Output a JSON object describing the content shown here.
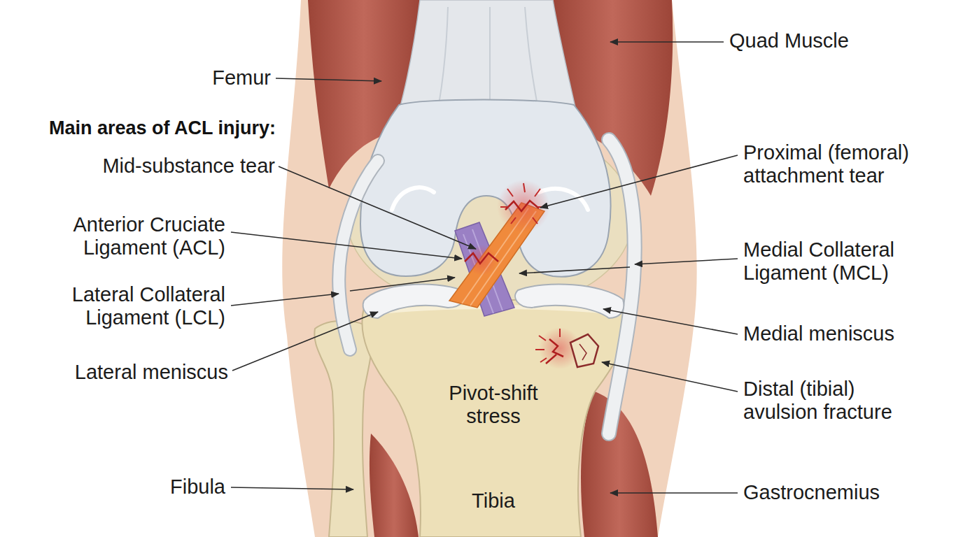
{
  "diagram": {
    "title": "Main areas of ACL injury:",
    "labels": [
      "Quad Muscle",
      "Femur",
      "Mid-substance tear",
      "Proximal (femoral) attachment tear",
      "Anterior Cruciate Ligament (ACL)",
      "Medial Collateral Ligament (MCL)",
      "Lateral Collateral Ligament (LCL)",
      "Medial meniscus",
      "Lateral meniscus",
      "Distal (tibial) avulsion fracture",
      "Pivot-shift stress",
      "Fibula",
      "Tibia",
      "Gastrocnemius"
    ]
  }
}
